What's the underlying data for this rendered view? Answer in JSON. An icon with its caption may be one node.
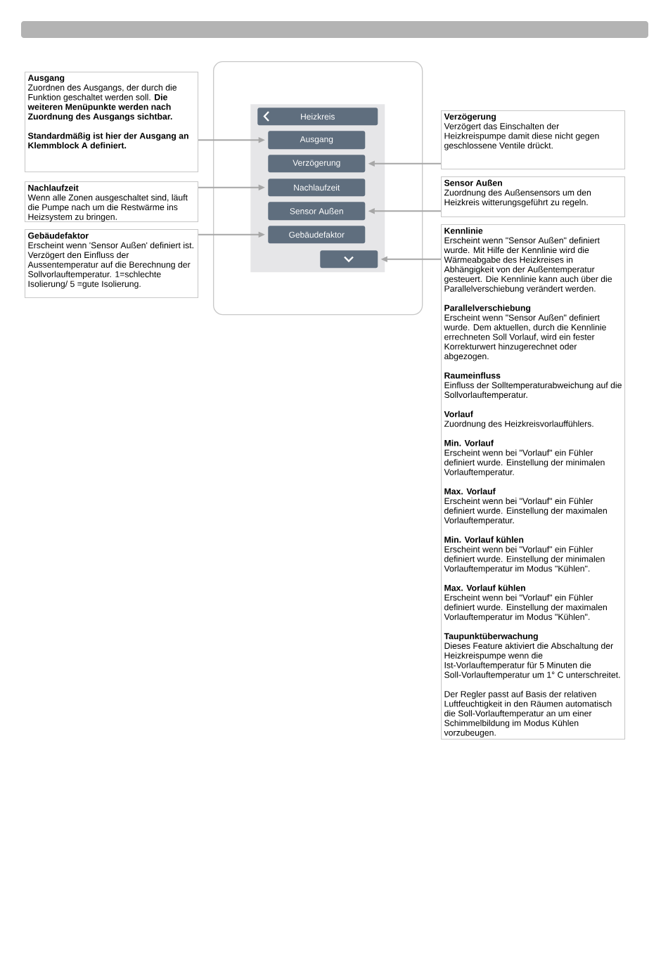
{
  "diagram": {
    "nodes": [
      {
        "text": [],
        "shape": "box"
      },
      {
        "text": [],
        "shape": "box",
        "in": 0
      },
      {
        "text": [
          "Heizkreis"
        ],
        "in": 1
      },
      {
        "text": [
          "Ausgang"
        ],
        "in": 1
      },
      {
        "text": [
          "Verzögerung"
        ],
        "in": 1
      },
      {
        "text": [
          "Nachlaufzeit"
        ],
        "in": 1
      },
      {
        "text": [
          "Sensor Außen"
        ],
        "in": 1
      },
      {
        "text": [
          "Gebäudefaktor"
        ],
        "in": 1
      },
      {
        "text": [],
        "shape": "box",
        "in": 1
      },
      {
        "text": [
          "Ausgang",
          "Zuordnen des Ausgangs, der durch die Funktion geschaltet werden soll. **Die weiteren Menüpunkte werden nach Zuordnung des Ausgangs sichtbar.**",
          "Standardmäßig ist hier der Ausgang an Klemmblock A definiert."
        ]
      },
      {
        "text": [
          "Nachlaufzeit",
          "Wenn alle Zonen ausgeschaltet sind, läuft die Pumpe nach um die Restwärme ins Heizsystem zu bringen."
        ]
      },
      {
        "text": [
          "Gebäudefaktor",
          "Erscheint wenn 'Sensor Außen' definiert ist. Verzögert den Einfluss der Aussentemperatur auf die Berechnung der Sollvorlauftemperatur. 1=schlechte Isolierung/ 5 =gute Isolierung."
        ]
      },
      {
        "text": [
          "Verzögerung",
          "Verzögert das Einschalten der Heizkreispumpe damit diese nicht gegen geschlossene Ventile drückt."
        ]
      },
      {
        "text": [
          "Sensor Außen",
          "Zuordnung des Außensensors um den Heizkreis witterungsgeführt zu regeln."
        ]
      },
      {
        "text": [
          "Kennlinie",
          "Erscheint wenn \"Sensor Außen\" definiert wurde. Mit Hilfe der Kennlinie wird die Wärmeabgabe des Heizkreises in Abhängigkeit von der Außentemperatur gesteuert. Die Kennlinie kann auch über die Parallelverschiebung verändert werden.",
          "Parallelverschiebung",
          "Erscheint wenn \"Sensor Außen\" definiert wurde. Dem aktuellen, durch die Kennlinie errechneten Soll Vorlauf, wird ein fester Korrekturwert hinzugerechnet oder abgezogen.",
          "Raumeinfluss",
          "Einfluss der Solltemperaturabweichung auf die Sollvorlauftemperatur.",
          "Vorlauf",
          "Zuordnung des Heizkreisvorlauffühlers.",
          "Min. Vorlauf",
          "Erscheint wenn bei \"Vorlauf\" ein Fühler definiert wurde. Einstellung der minimalen Vorlauftemperatur.",
          "Max. Vorlauf",
          "Erscheint wenn bei \"Vorlauf\" ein Fühler definiert wurde. Einstellung der maximalen Vorlauftemperatur.",
          "Min. Vorlauf kühlen",
          "Erscheint wenn bei \"Vorlauf\" ein Fühler definiert wurde. Einstellung der minimalen Vorlauftemperatur im Modus \"Kühlen\".",
          "Max. Vorlauf kühlen",
          "Erscheint wenn bei \"Vorlauf\" ein Fühler definiert wurde. Einstellung der maximalen Vorlauftemperatur im Modus \"Kühlen\".",
          "Taupunktüberwachung",
          "Dieses Feature aktiviert die Abschaltung der Heizkreispumpe wenn die Ist-Vorlauftemperatur für 5 Minuten die Soll-Vorlauftemperatur um 1° C unterschreitet.",
          "Der Regler passt auf Basis der relativen Luftfeuchtigkeit in den Räumen automatisch die Soll-Vorlauftemperatur an um einer Schimmelbildung im Modus Kühlen vorzubeugen."
        ]
      }
    ],
    "edges": [
      {
        "from": 9,
        "to": 3,
        "arrow": "to"
      },
      {
        "from": 10,
        "to": 5,
        "arrow": "to"
      },
      {
        "from": 11,
        "to": 7,
        "arrow": "to"
      },
      {
        "from": 12,
        "to": 4,
        "arrow": "to"
      },
      {
        "from": 13,
        "to": 6,
        "arrow": "to"
      },
      {
        "from": 14,
        "to": 8,
        "arrow": "to"
      }
    ]
  }
}
